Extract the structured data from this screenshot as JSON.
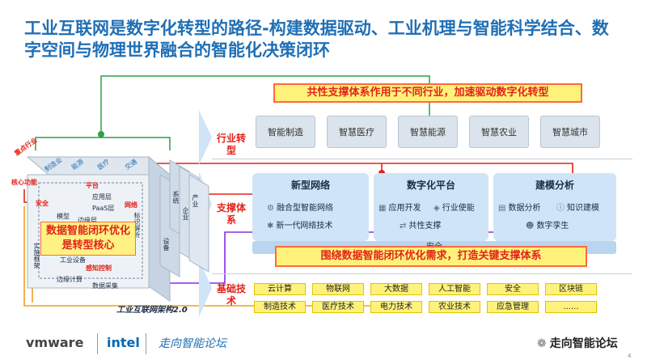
{
  "title": "工业互联网是数字化转型的路径-构建数据驱动、工业机理与智能科学结合、数字空间与物理世界融合的智能化决策闭环",
  "banners": {
    "top": "共性支撑体系作用于不同行业，加速驱动数字化转型",
    "middle": "围绕数据智能闭环优化需求，打造关键支撑体系"
  },
  "row_labels": {
    "industry": "行业转型",
    "support": "支撑体系",
    "base": "基础技术"
  },
  "industries": [
    "智能制造",
    "智慧医疗",
    "智慧能源",
    "智慧农业",
    "智慧城市"
  ],
  "panels": [
    {
      "title": "新型网络",
      "items": [
        {
          "icon": "network-icon",
          "label": "融合型智能网络"
        },
        {
          "icon": "antenna-icon",
          "label": "新一代网络技术"
        }
      ]
    },
    {
      "title": "数字化平台",
      "items": [
        {
          "icon": "grid-icon",
          "label": "应用开发"
        },
        {
          "icon": "layers-icon",
          "label": "行业使能"
        },
        {
          "icon": "share-icon",
          "label": "共性支撑"
        }
      ]
    },
    {
      "title": "建模分析",
      "items": [
        {
          "icon": "chart-icon",
          "label": "数据分析"
        },
        {
          "icon": "info-icon",
          "label": "知识建模"
        },
        {
          "icon": "robot-icon",
          "label": "数字孪生"
        }
      ]
    }
  ],
  "safety": "安全",
  "base_tech": [
    [
      "云计算",
      "物联网",
      "大数据",
      "人工智能",
      "安全",
      "区块链"
    ],
    [
      "制造技术",
      "医疗技术",
      "电力技术",
      "农业技术",
      "应急管理",
      "......"
    ]
  ],
  "cube": {
    "caption": "工业互联网架构2.0",
    "overlay": "数据智能闭环优化是转型核心",
    "top_slots": [
      "重点行业",
      "制造业",
      "能源",
      "医疗",
      "交通"
    ],
    "front_layers": [
      "平台",
      "应用层",
      "PaaS层",
      "边缘层",
      "网络",
      "核心功能"
    ],
    "side_layers": [
      "系统",
      "企业",
      "产业",
      "设备"
    ],
    "inner_labels": [
      "安全",
      "模型",
      "标识解析",
      "实施框架",
      "感知控制",
      "工业设备",
      "边缘计算",
      "数据采集"
    ]
  },
  "colors": {
    "title": "#1f6fb5",
    "accent_red": "#e2231a",
    "banner_yellow": "#fff27a",
    "panel_blue": "#cfe4f7",
    "line_green": "#2ea043",
    "line_purple": "#8a2be2",
    "line_orange": "#f0a020"
  },
  "footer": {
    "vmware": "vmware",
    "intel": "intel",
    "forum": "走向智能论坛",
    "wechat": "走向智能论坛",
    "page": "4"
  }
}
